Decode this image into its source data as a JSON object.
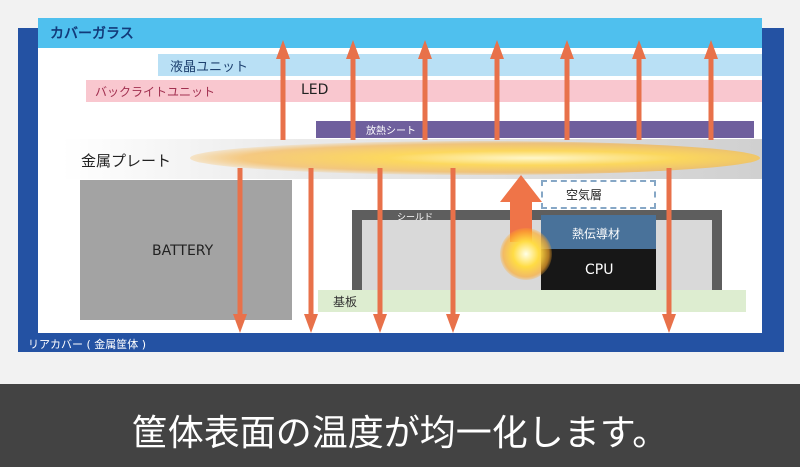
{
  "layers": {
    "cover_glass": "カバーガラス",
    "lcd_unit": "液晶ユニット",
    "backlight_unit": "バックライトユニット",
    "led": "LED",
    "heat_sheet": "放熱シート",
    "metal_plate": "金属プレート",
    "air_layer": "空気層",
    "shield": "シールド",
    "thermal_material": "熱伝導材",
    "cpu": "CPU",
    "battery": "BATTERY",
    "board": "基板",
    "rear_cover": "リアカバー ( 金属筐体 )"
  },
  "caption": "筐体表面の温度が均一化します。",
  "colors": {
    "frame_blue": "#2452a3",
    "cover_glass": "#4fc0ee",
    "lcd_unit": "#b9e0f5",
    "backlight": "#f9c7cf",
    "heat_sheet": "#6f5f9d",
    "arrow": "#e8714a",
    "thermal_material": "#49729a",
    "cpu": "#171717",
    "board": "#ddedd0",
    "caption_bar": "#434343"
  }
}
